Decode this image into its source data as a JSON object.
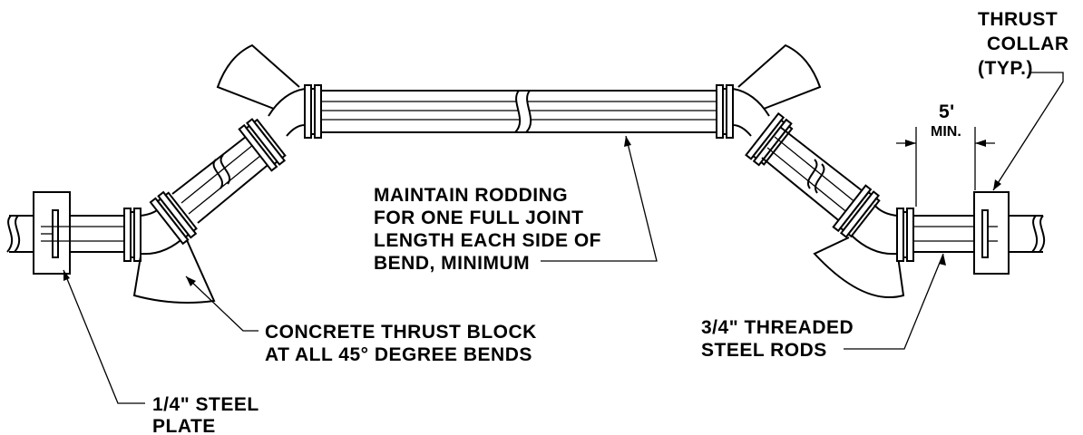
{
  "labels": {
    "thrust_collar": [
      "THRUST",
      "COLLAR",
      "(TYP.)"
    ],
    "spacing": [
      "5'",
      "MIN."
    ],
    "rodding": [
      "MAINTAIN RODDING",
      "FOR ONE FULL JOINT",
      "LENGTH EACH SIDE OF",
      "BEND, MINIMUM"
    ],
    "thrust_block": [
      "CONCRETE THRUST BLOCK",
      "AT ALL 45° DEGREE BENDS"
    ],
    "threaded_rods": [
      "3/4\" THREADED",
      "STEEL RODS"
    ],
    "steel_plate": [
      "1/4\" STEEL",
      "PLATE"
    ]
  }
}
